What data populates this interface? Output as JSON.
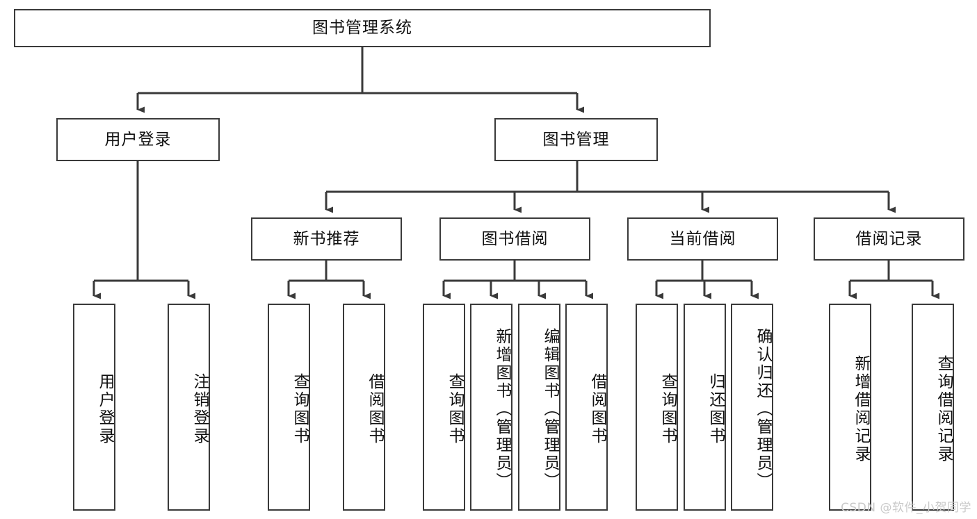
{
  "diagram": {
    "title": "图书管理系统",
    "type": "tree-hierarchy",
    "watermark": "CSDN @软件_小贺同学",
    "colors": {
      "stroke": "#3a3a3a",
      "fill": "#ffffff",
      "text": "#111111",
      "watermark": "#c9c9c9"
    },
    "root": {
      "label": "图书管理系统"
    },
    "level2": [
      {
        "label": "用户登录"
      },
      {
        "label": "图书管理"
      }
    ],
    "level3": [
      {
        "label": "新书推荐"
      },
      {
        "label": "图书借阅"
      },
      {
        "label": "当前借阅"
      },
      {
        "label": "借阅记录"
      }
    ],
    "leaves": {
      "user_login": [
        {
          "label": "用户登录"
        },
        {
          "label": "注销登录"
        }
      ],
      "new_book_recommend": [
        {
          "label": "查询图书"
        },
        {
          "label": "借阅图书"
        }
      ],
      "book_borrow": [
        {
          "label": "查询图书"
        },
        {
          "label": "新增图书（管理员）"
        },
        {
          "label": "编辑图书（管理员）"
        },
        {
          "label": "借阅图书"
        }
      ],
      "current_borrow": [
        {
          "label": "查询图书"
        },
        {
          "label": "归还图书"
        },
        {
          "label": "确认归还（管理员）"
        }
      ],
      "borrow_record": [
        {
          "label": "新增借阅记录"
        },
        {
          "label": "查询借阅记录"
        }
      ]
    }
  }
}
